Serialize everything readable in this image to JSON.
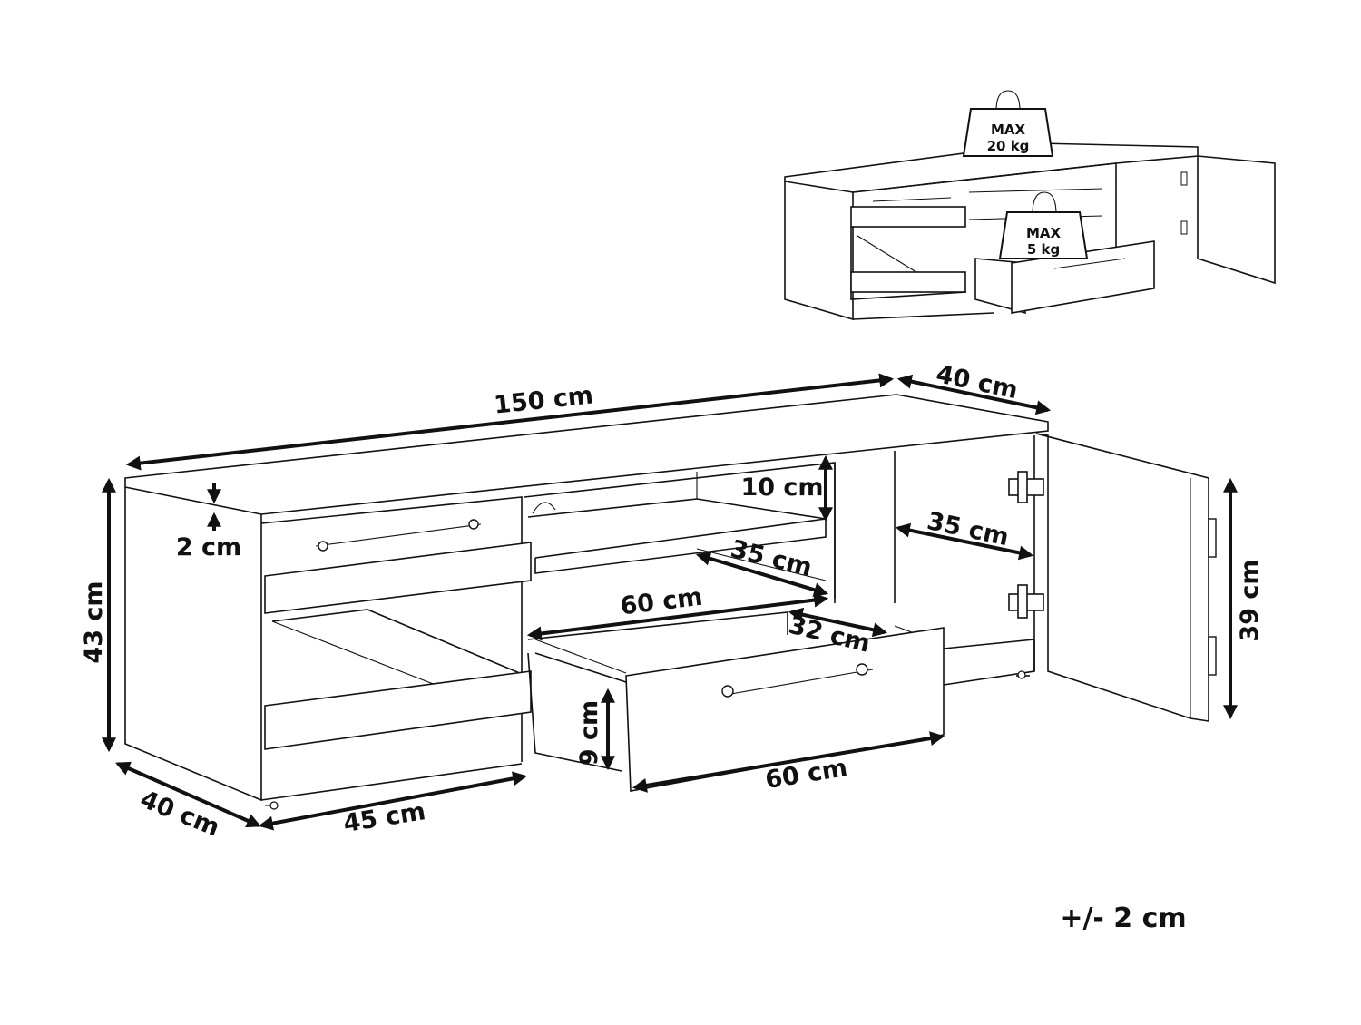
{
  "dimensions": {
    "total_width": "150 cm",
    "total_depth_top": "40 cm",
    "total_height": "43 cm",
    "top_thickness": "2 cm",
    "shelf_gap": "10 cm",
    "shelf_depth": "35 cm",
    "cabinet_depth": "35 cm",
    "inner_width": "60 cm",
    "drawer_depth": "32 cm",
    "drawer_height": "9 cm",
    "drawer_width": "60 cm",
    "side_depth": "40 cm",
    "left_width": "45 cm",
    "door_height": "39 cm"
  },
  "load_top": {
    "max_label": "MAX",
    "value": "20 kg"
  },
  "load_drawer": {
    "max_label": "MAX",
    "value": "5 kg"
  },
  "tolerance": "+/- 2 cm"
}
